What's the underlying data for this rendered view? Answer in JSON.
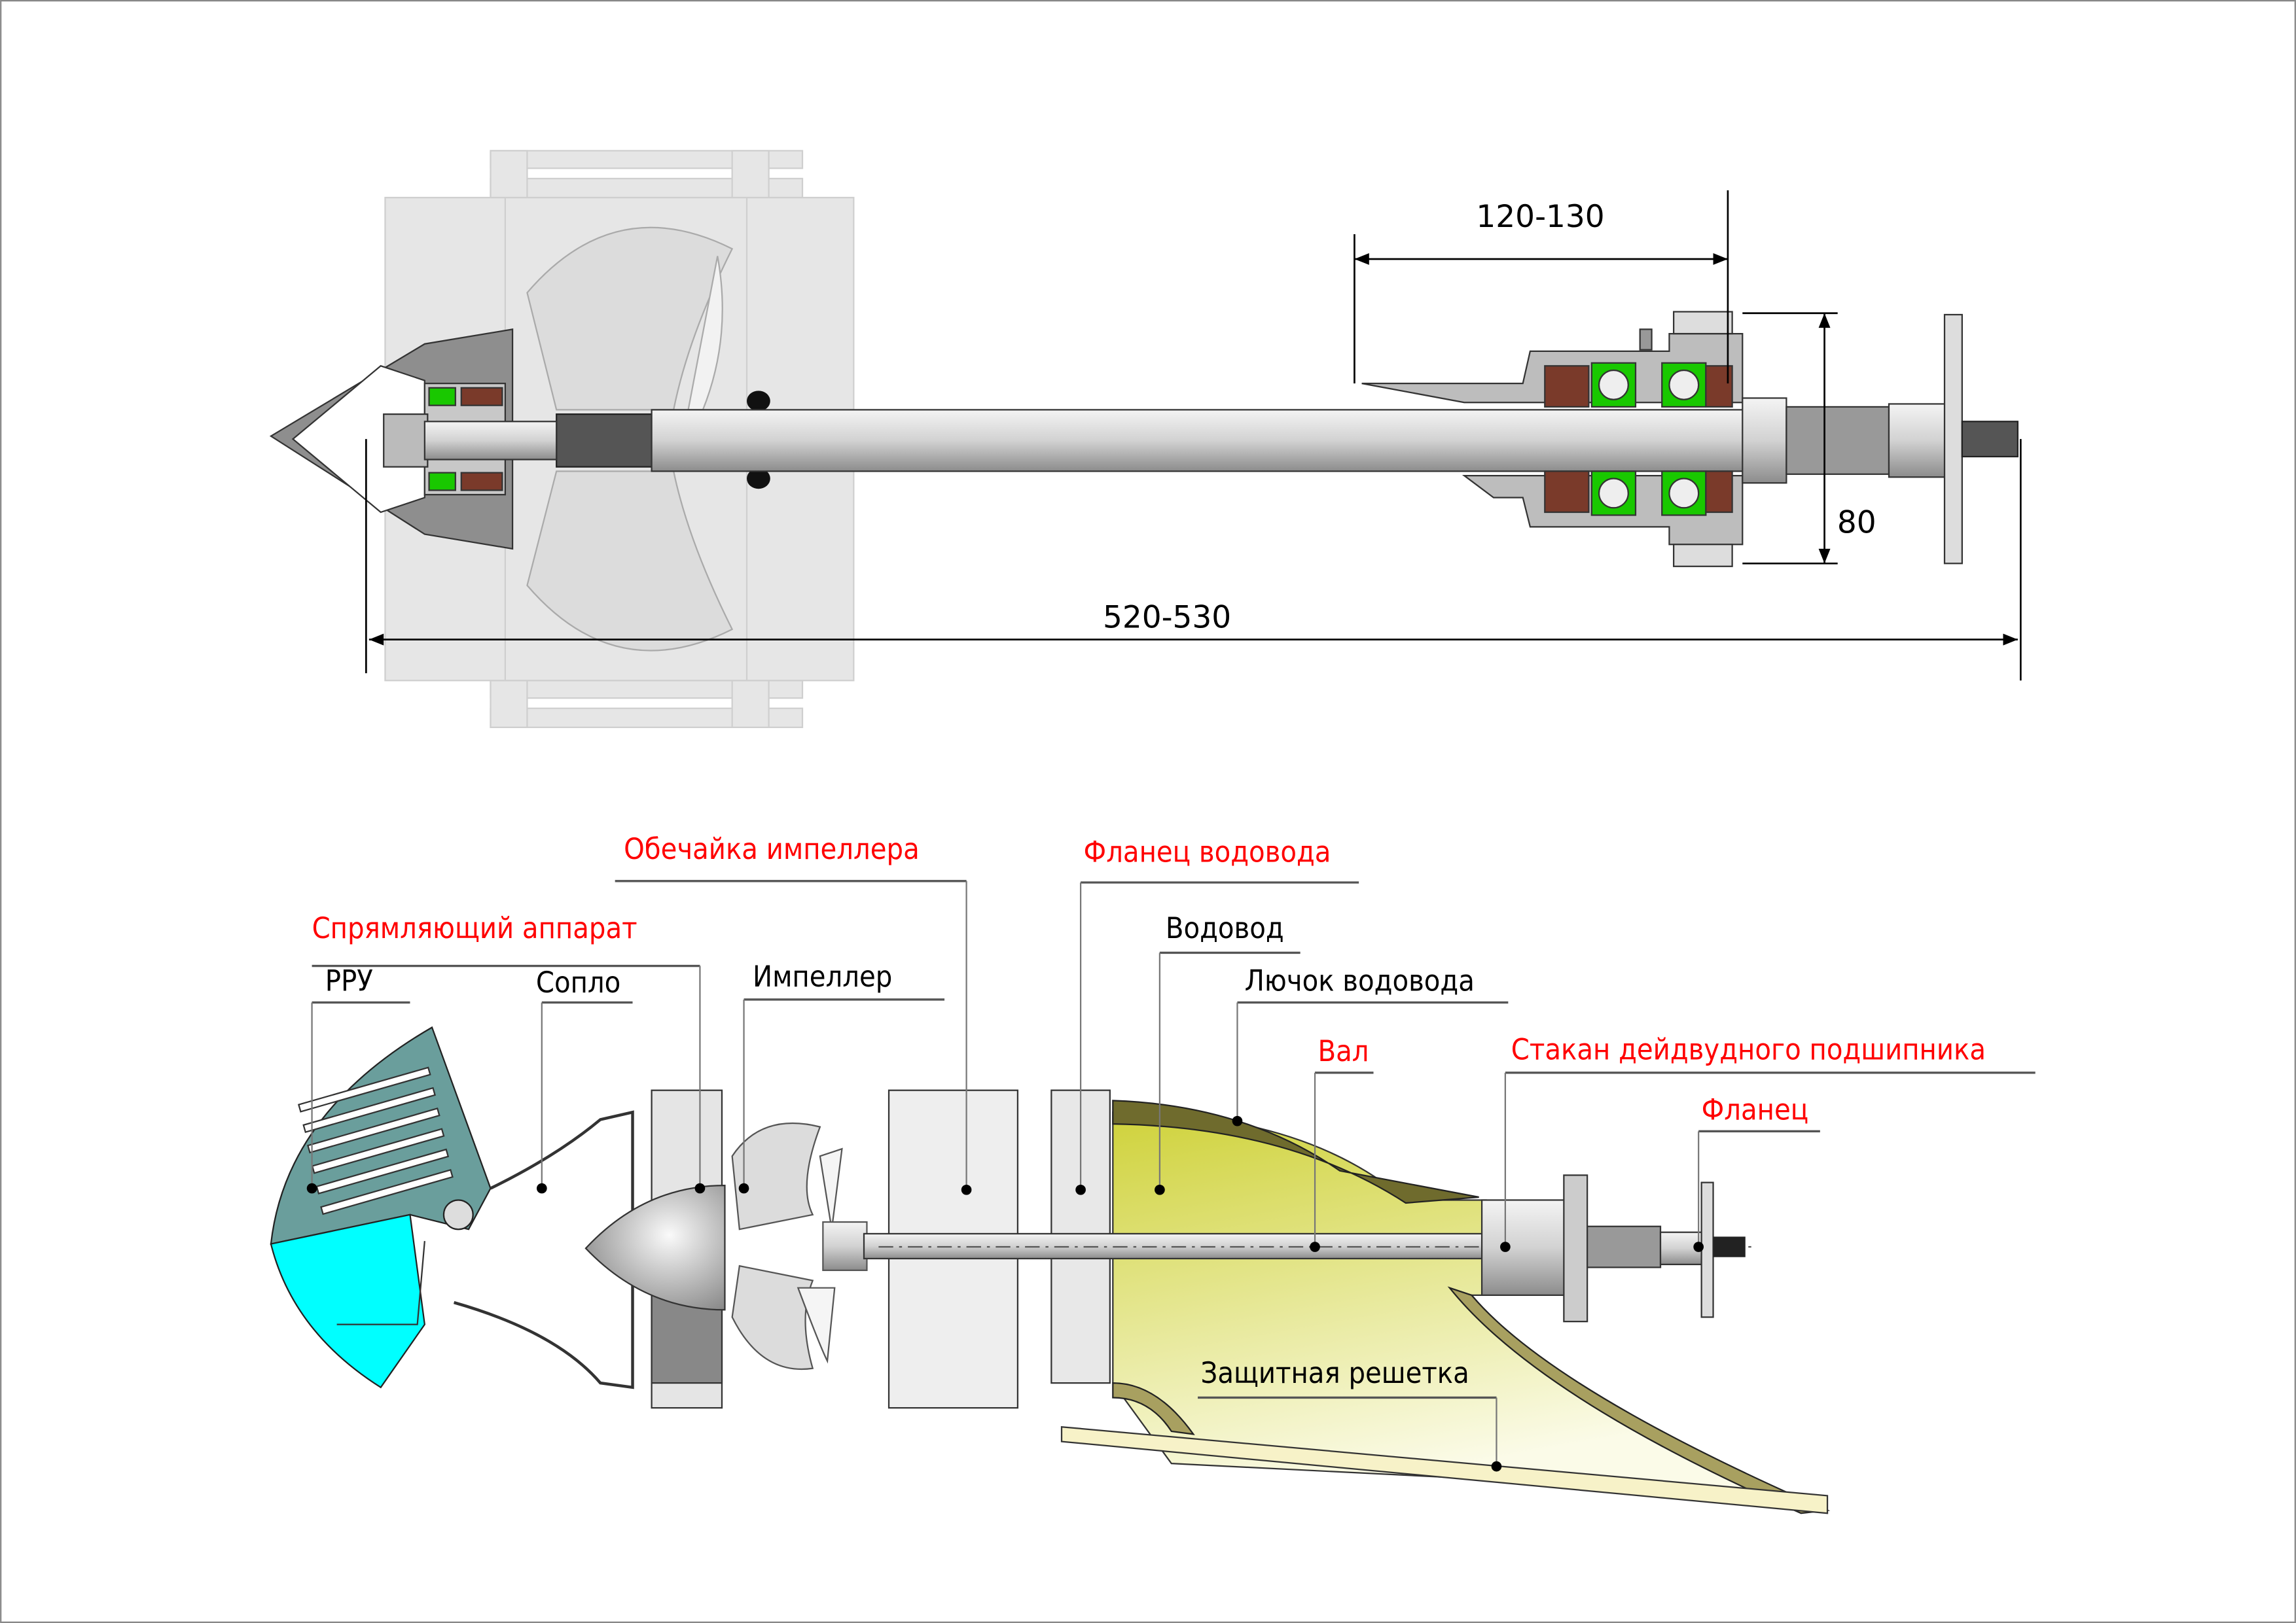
{
  "colors": {
    "label_red": "#ff0000",
    "label_black": "#000000",
    "rpu_teal": "#6a9e9c",
    "rpu_cyan": "#00ffff",
    "duct_yellow": "#cfd23a",
    "duct_olive": "#6f6b2d",
    "bearing_green": "#19c800",
    "seal_brown": "#7a3a2a"
  },
  "dimensions": {
    "bearing_length": "120-130",
    "flange_height": "80",
    "overall_length": "520-530"
  },
  "labels": {
    "stator": "Спрямляющий аппарат",
    "rpu": "РРУ",
    "nozzle": "Сопло",
    "impeller": "Импеллер",
    "impeller_shroud": "Обечайка импеллера",
    "duct_flange": "Фланец водовода",
    "duct": "Водовод",
    "duct_hatch": "Лючок водовода",
    "shaft": "Вал",
    "bearing_cup": "Стакан дейдвудного подшипника",
    "flange": "Фланец",
    "grate": "Защитная решетка"
  }
}
